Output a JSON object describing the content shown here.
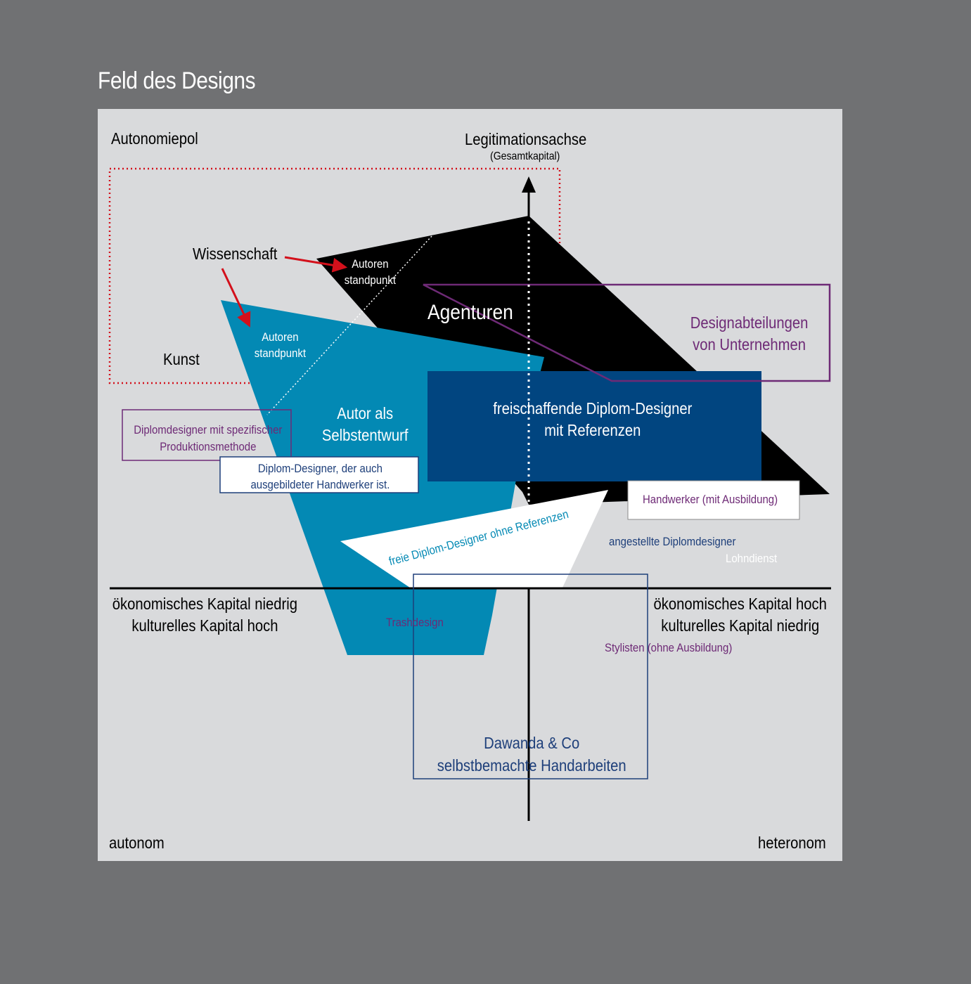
{
  "title": "Feld des Designs",
  "colors": {
    "page_bg": "#707173",
    "panel_bg": "#d9dadc",
    "black_field": "#000000",
    "light_blue_field": "#0389b4",
    "dark_blue_field": "#014580",
    "purple": "#6e2a76",
    "dark_blue_text": "#1e3f7a",
    "red": "#d3101b",
    "white_field": "#ffffff"
  },
  "corners": {
    "top_left": "Autonomiepol",
    "bottom_left": "autonom",
    "bottom_right": "heteronom"
  },
  "vertical_axis": {
    "label": "Legitimationsachse",
    "sublabel": "(Gesamtkapital)"
  },
  "horizontal_axis": {
    "left_line1": "ökonomisches Kapital niedrig",
    "left_line2": "kulturelles Kapital hoch",
    "right_line1": "ökonomisches Kapital hoch",
    "right_line2": "kulturelles Kapital niedrig"
  },
  "autonomy_zone": {
    "wissenschaft": "Wissenschaft",
    "kunst": "Kunst"
  },
  "fields": {
    "black_standpoint_1": "Autoren",
    "black_standpoint_2": "standpunkt",
    "agenturen": "Agenturen",
    "blue_standpoint_1": "Autoren",
    "blue_standpoint_2": "standpunkt",
    "autor_1": "Autor als",
    "autor_2": "Selbstentwurf",
    "designabteilungen_1": "Designabteilungen",
    "designabteilungen_2": "von Unternehmen",
    "freischaffende_1": "freischaffende Diplom-Designer",
    "freischaffende_2": "mit Referenzen",
    "diplomdesigner_spez_1": "Diplomdesigner mit spezifischer",
    "diplomdesigner_spez_2": "Produktionsmethode",
    "diplom_handwerker_1": "Diplom-Designer, der auch",
    "diplom_handwerker_2": "ausgebildeter Handwerker ist.",
    "handwerker": "Handwerker (mit Ausbildung)",
    "freie_ohne_referenzen": "freie Diplom-Designer ohne Referenzen",
    "angestellte": "angestellte Diplomdesigner",
    "lohndienst": "Lohndienst",
    "trashdesign": "Trashdesign",
    "stylisten": "Stylisten (ohne Ausbildung)",
    "dawanda_1": "Dawanda & Co",
    "dawanda_2": "selbstbemachte Handarbeiten"
  }
}
